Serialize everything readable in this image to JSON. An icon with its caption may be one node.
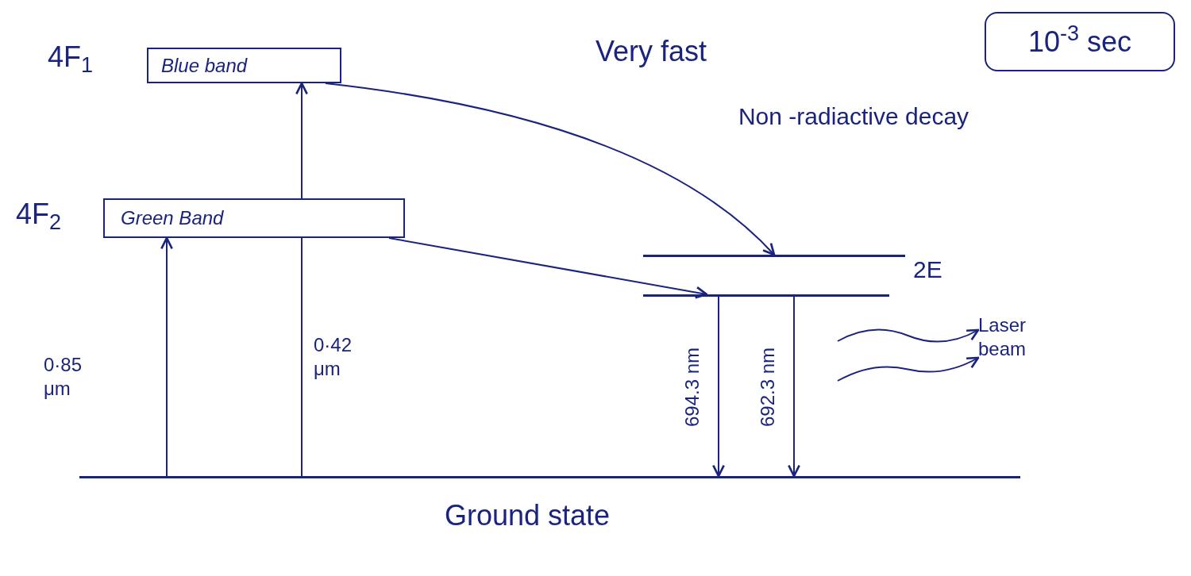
{
  "diagram": {
    "nodes": [
      {
        "text": [
          "Blue band"
        ],
        "beside": [
          "4F$_{1}$"
        ]
      },
      {
        "text": [
          "Green Band"
        ],
        "beside": [
          "4F$_{2}$"
        ]
      },
      {
        "text": [],
        "shape": "bar",
        "beside": [
          "2E"
        ]
      },
      {
        "text": [],
        "shape": "bar"
      },
      {
        "text": [],
        "shape": "bar",
        "beside": [
          "Ground state"
        ]
      },
      {
        "text": [
          "10$^{-3}$ sec"
        ]
      },
      {
        "text": [
          "Laser beam"
        ]
      }
    ],
    "edges": [
      {
        "from": 4,
        "to": 1,
        "arrow": "to",
        "label": "0·85 μm"
      },
      {
        "from": 4,
        "to": 1,
        "arrow": "none",
        "label": "0·42 μm"
      },
      {
        "from": 1,
        "to": 0,
        "arrow": "to"
      },
      {
        "from": 0,
        "to": 2,
        "arrow": "to"
      },
      {
        "from": 1,
        "to": 3,
        "arrow": "to"
      },
      {
        "from": 3,
        "to": 4,
        "arrow": "to",
        "label": "694.3 nm"
      },
      {
        "from": 3,
        "to": 4,
        "arrow": "to",
        "label": "692.3 nm"
      },
      {
        "from": null,
        "to": 6,
        "arrow": "to"
      },
      {
        "from": null,
        "to": 6,
        "arrow": "to"
      }
    ],
    "labels": [
      "Very fast",
      "Non -radiactive decay"
    ]
  }
}
